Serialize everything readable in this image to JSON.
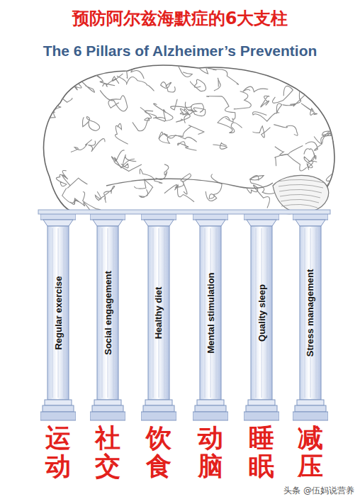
{
  "diagram": {
    "title": "预防阿尔兹海默症的6大支柱",
    "nodes": [
      {
        "text": [
          "Regular exercise",
          "运动"
        ]
      },
      {
        "text": [
          "Social engagement",
          "社交"
        ]
      },
      {
        "text": [
          "Healthy diet",
          "饮食"
        ]
      },
      {
        "text": [
          "Mental stimulation",
          "动脑"
        ]
      },
      {
        "text": [
          "Quality sleep",
          "睡眠"
        ]
      },
      {
        "text": [
          "Stress management",
          "减压"
        ]
      }
    ],
    "labels": [
      "The 6 Pillars of Alzheimer’s Prevention",
      "头条 @伍妈说营养"
    ]
  }
}
